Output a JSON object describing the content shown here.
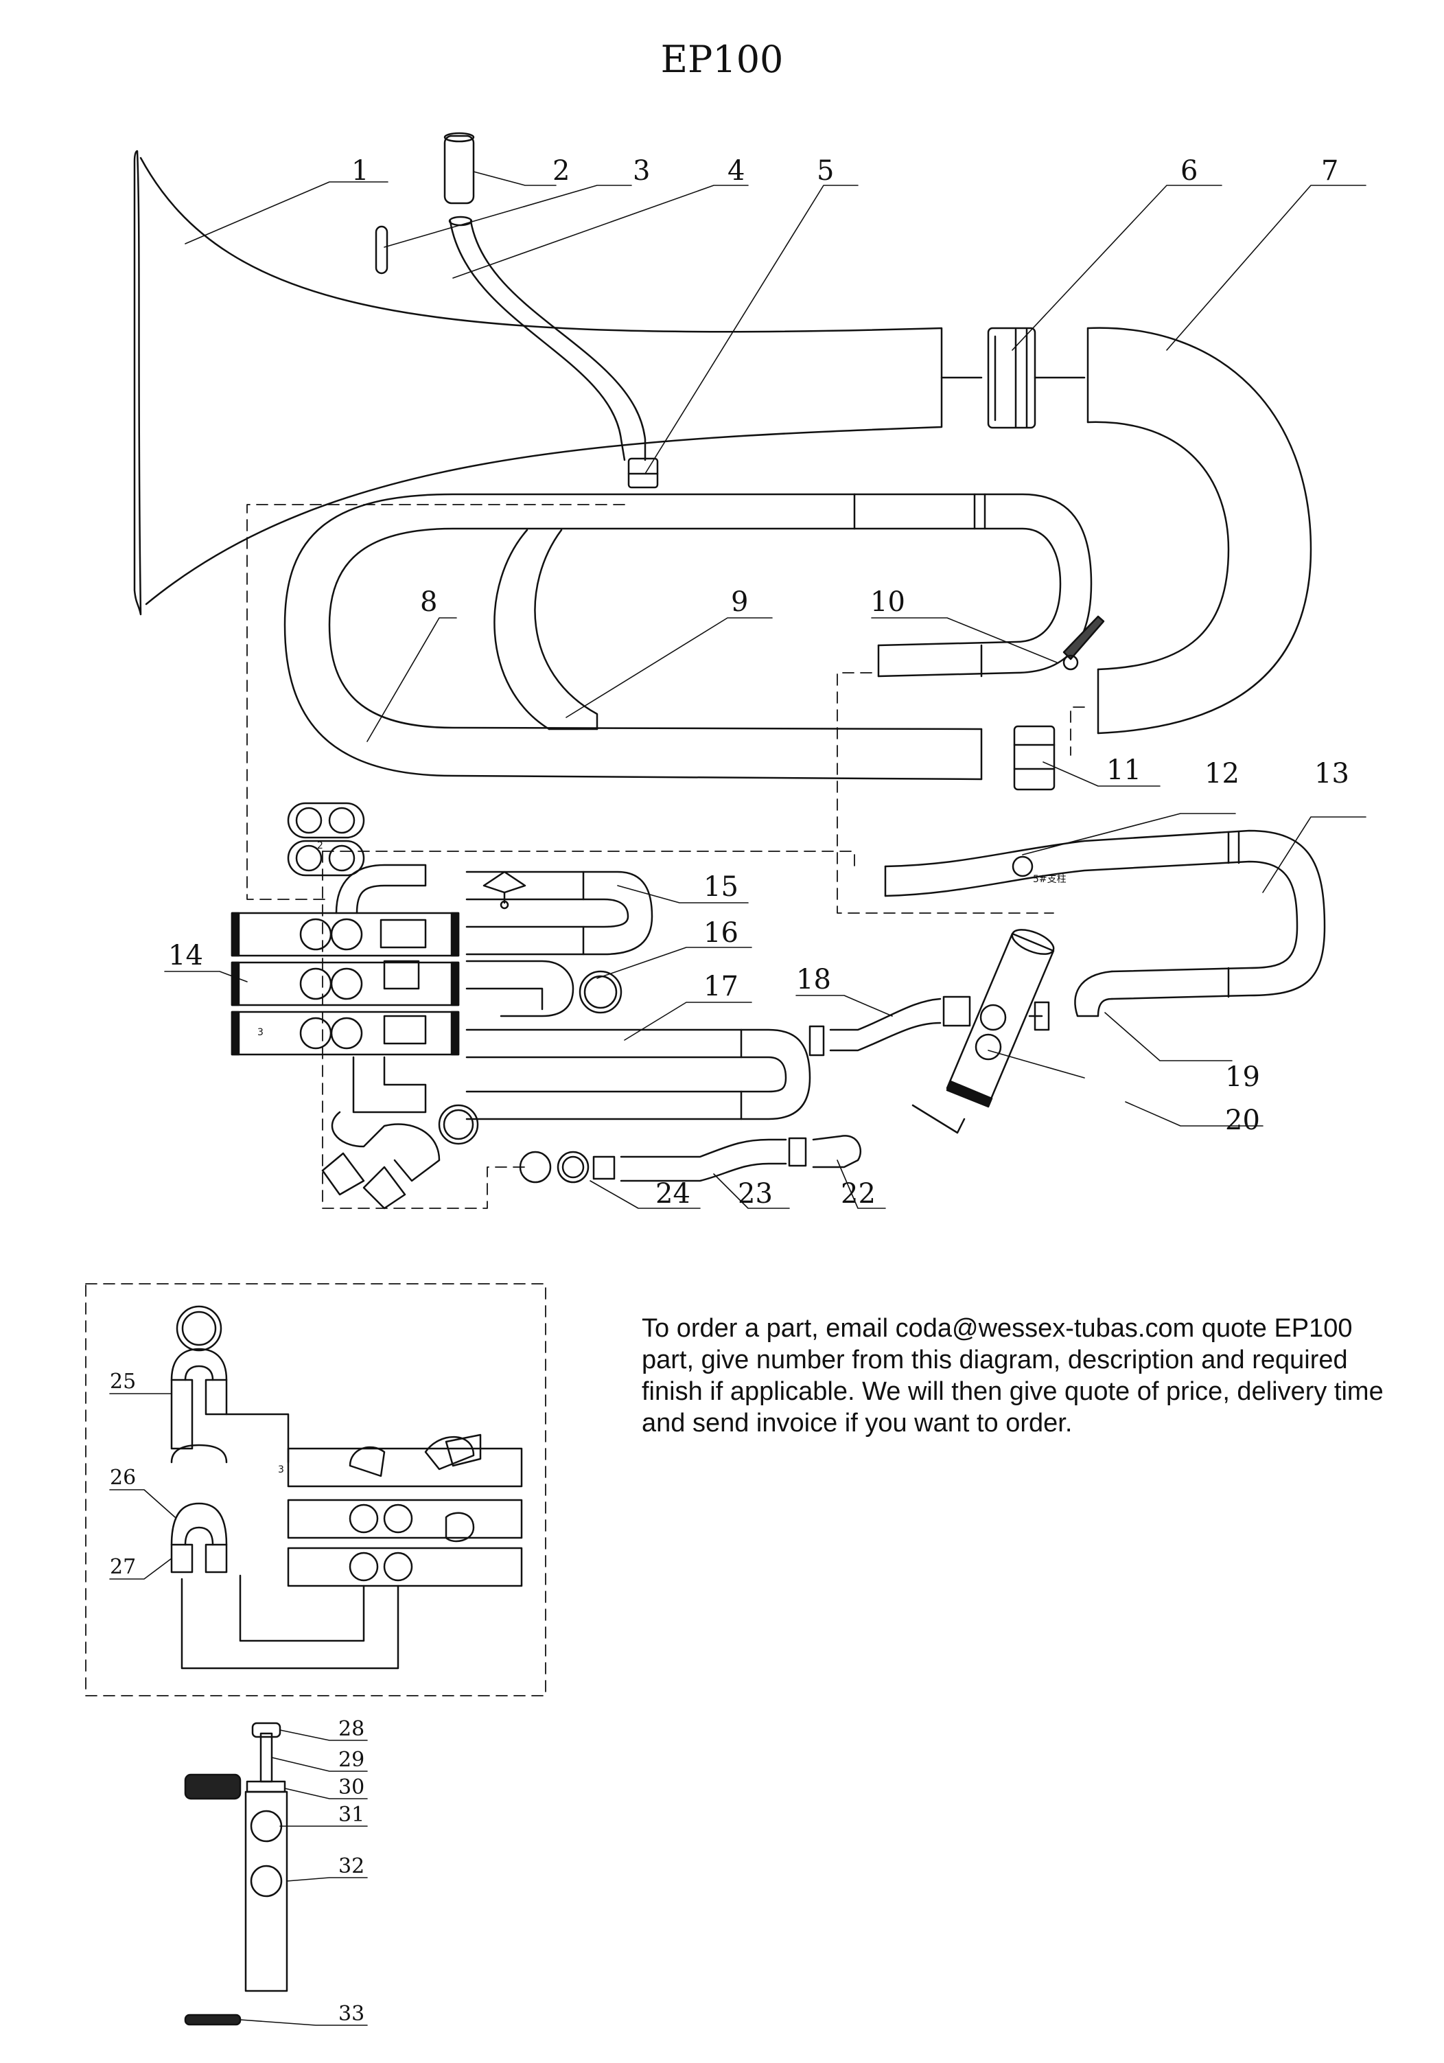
{
  "title": "EP100",
  "labels": {
    "p1": "1",
    "p2": "2",
    "p3": "3",
    "p4": "4",
    "p5": "5",
    "p6": "6",
    "p7": "7",
    "p8": "8",
    "p9": "9",
    "p10": "10",
    "p11": "11",
    "p12": "12",
    "p13": "13",
    "p14": "14",
    "p15": "15",
    "p16": "16",
    "p17": "17",
    "p18": "18",
    "p19": "19",
    "p20": "20",
    "p22": "22",
    "p23": "23",
    "p24": "24",
    "p25": "25",
    "p26": "26",
    "p27": "27",
    "p28": "28",
    "p29": "29",
    "p30": "30",
    "p31": "31",
    "p32": "32",
    "p33": "33"
  },
  "marks": {
    "brace": "5#支柱",
    "valve3": "3",
    "valve2": "2",
    "valve3b": "3"
  },
  "order_note": "To order a part, email coda@wessex-tubas.com quote EP100 part, give number from this diagram, description and required finish if applicable. We will then give quote of price, delivery time and send invoice if you want to order."
}
